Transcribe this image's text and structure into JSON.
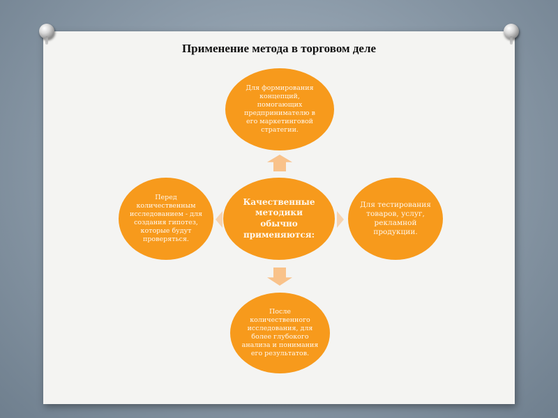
{
  "title": "Применение метода в торговом деле",
  "center": "Качественные методики обычно применяются:",
  "top": "Для формирования концепций, помогающих предпринимателю в его маркетинговой стратегии.",
  "left": "Перед количественным исследованием - для создания гипотез, которые будут проверяться.",
  "right": "Для тестирования товаров, услуг, рекламной продукции.",
  "bottom": "После количественного исследования, для более глубокого анализа и понимания его результатов.",
  "colors": {
    "circle": "#f79a1c",
    "arrow": "#f9b878"
  }
}
